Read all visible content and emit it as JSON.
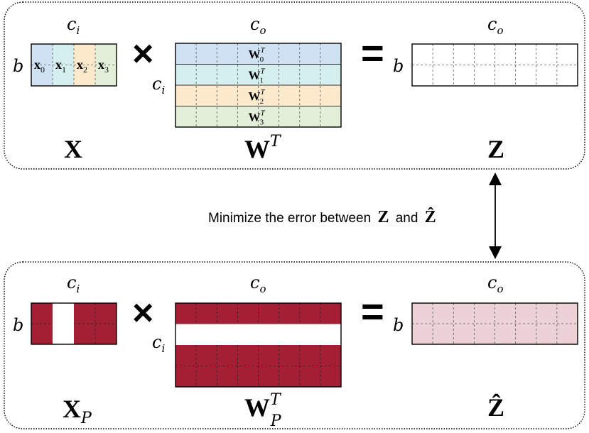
{
  "top_panel": {
    "x_label": "X",
    "w_label": "W",
    "w_sup": "T",
    "z_label": "Z",
    "ci_top": "c",
    "ci_sub": "i",
    "co_top": "c",
    "co_sub": "o",
    "b_label": "b",
    "x_cells": [
      {
        "main": "x",
        "sub": "0",
        "color": "#cfe2f3"
      },
      {
        "main": "x",
        "sub": "1",
        "color": "#d5efef"
      },
      {
        "main": "x",
        "sub": "2",
        "color": "#fde9cc"
      },
      {
        "main": "x",
        "sub": "3",
        "color": "#e3efd9"
      }
    ],
    "w_rows": [
      {
        "main": "W",
        "sub": "0",
        "sup": "T",
        "color": "#cfe2f3"
      },
      {
        "main": "W",
        "sub": "1",
        "sup": "T",
        "color": "#d5efef"
      },
      {
        "main": "W",
        "sub": "2",
        "sup": "T",
        "color": "#fde9cc"
      },
      {
        "main": "W",
        "sub": "3",
        "sup": "T",
        "color": "#e3efd9"
      }
    ]
  },
  "middle": {
    "text": "Minimize the error between",
    "z": "Z",
    "and": "and",
    "zhat": "Ẑ"
  },
  "bottom_panel": {
    "x_label": "X",
    "x_sub": "P",
    "w_label": "W",
    "w_sub": "P",
    "w_sup": "T",
    "z_label": "Ẑ",
    "ci_top": "c",
    "ci_sub": "i",
    "co_top": "c",
    "co_sub": "o",
    "b_label": "b",
    "pruned_color": "#a31f34",
    "zhat_fill": "#ecd2d7"
  },
  "operators": {
    "times": "×",
    "equals": "="
  }
}
